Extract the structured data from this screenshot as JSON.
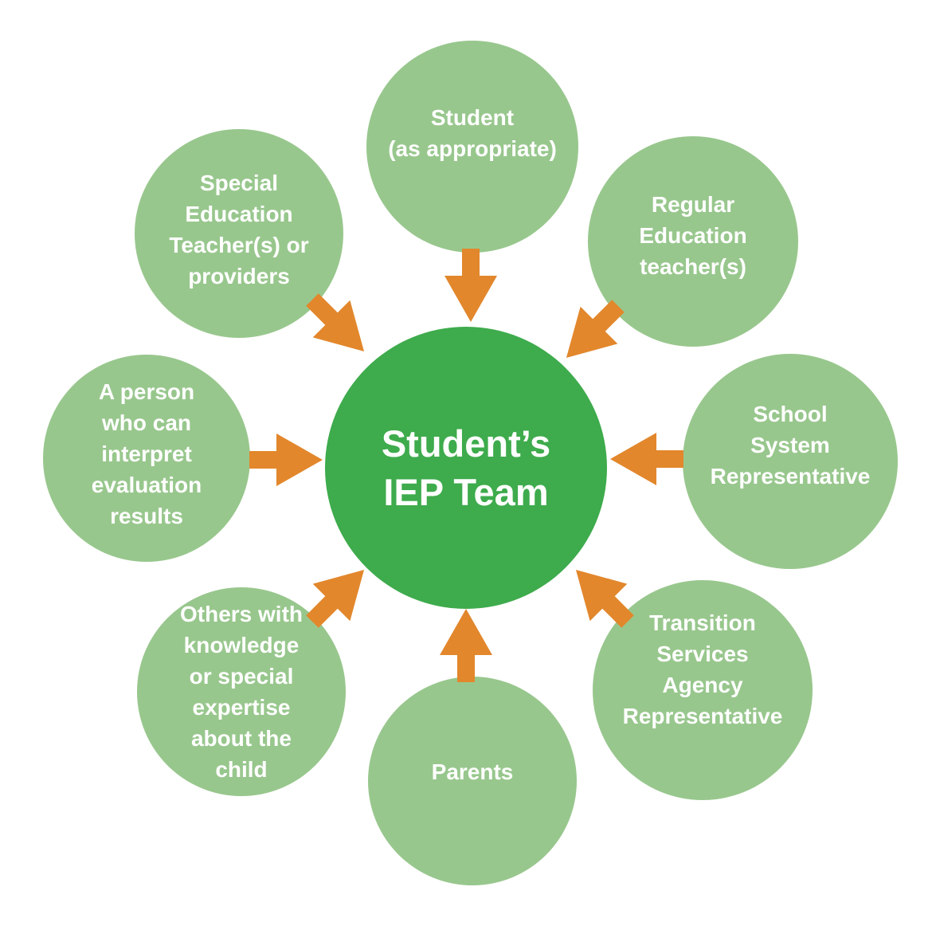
{
  "diagram": {
    "title": "Student's IEP Team diagram",
    "center": {
      "label": "Student’s\nIEP Team"
    },
    "nodes": [
      {
        "id": "student",
        "label": "Student\n(as appropriate)"
      },
      {
        "id": "regular",
        "label": "Regular\nEducation\nteacher(s)"
      },
      {
        "id": "school",
        "label": "School\nSystem\nRepresentative"
      },
      {
        "id": "transition",
        "label": "Transition\nServices\nAgency\nRepresentative"
      },
      {
        "id": "parents",
        "label": "Parents"
      },
      {
        "id": "others",
        "label": "Others with\nknowledge\nor special\nexpertise\nabout the\nchild"
      },
      {
        "id": "person",
        "label": "A person\nwho can\ninterpret\nevaluation\nresults"
      },
      {
        "id": "special",
        "label": "Special\nEducation\nTeacher(s) or\nproviders"
      }
    ],
    "colors": {
      "center_circle": "#3EAB4C",
      "satellite_circle": "#98C78D",
      "arrow": "#E2872C",
      "text": "#FFFFFF",
      "background": "#FFFFFF"
    }
  }
}
